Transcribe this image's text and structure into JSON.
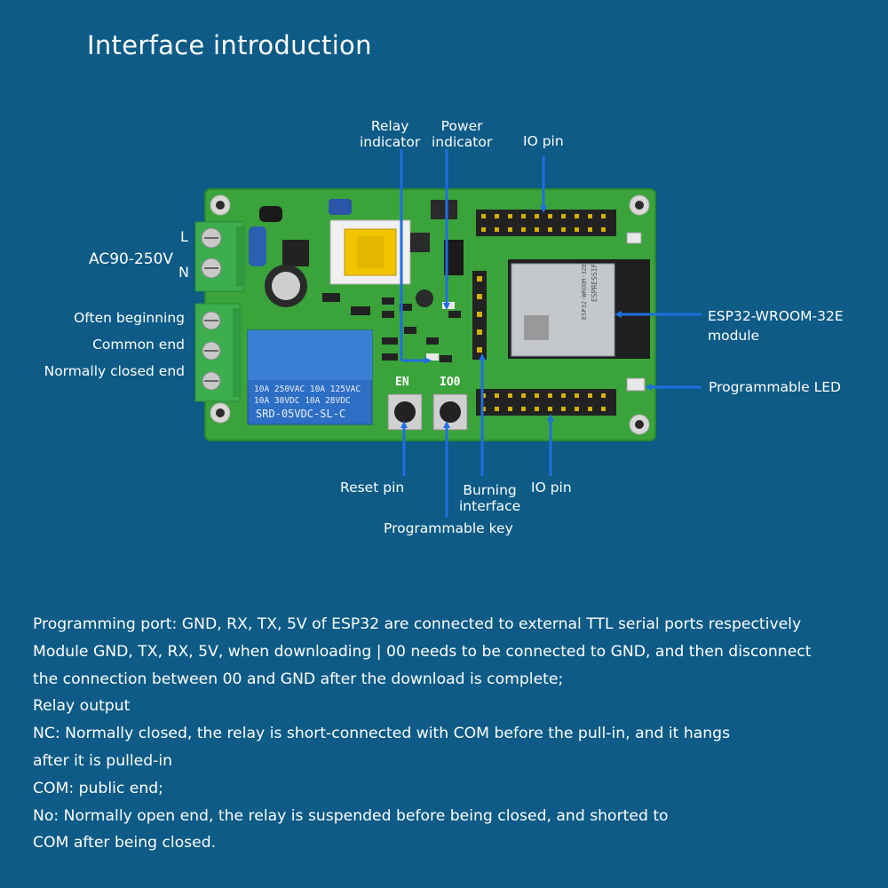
{
  "title": "Interface introduction",
  "labels": {
    "relay_indicator": [
      "Relay",
      "indicator"
    ],
    "power_indicator": [
      "Power",
      "indicator"
    ],
    "io_pin_top": "IO pin",
    "ac_input": "AC90-250V",
    "terminal_l": "L",
    "terminal_n": "N",
    "often_beginning": "Often beginning",
    "common_end": "Common end",
    "normally_closed_end": "Normally closed end",
    "esp32_module": [
      "ESP32-WROOM-32E",
      "module"
    ],
    "programmable_led": "Programmable LED",
    "reset_pin": "Reset pin",
    "burning_interface": [
      "Burning",
      "interface"
    ],
    "io_pin_bottom": "IO pin",
    "programmable_key": "Programmable key"
  },
  "board_text": {
    "button_en": "EN",
    "button_io0": "IO0",
    "relay_lines": [
      "10A 250VAC  10A 125VAC",
      "10A  30VDC  10A  28VDC"
    ],
    "relay_model": "SRD-05VDC-SL-C",
    "module_brand": "ESPRESSIF",
    "module_model": "ESP32-WROOM-32E"
  },
  "description": [
    "Programming port: GND, RX, TX, 5V of ESP32 are connected to external TTL serial ports respectively",
    "Module GND, TX, RX, 5V, when downloading | 00 needs to be connected to GND, and then disconnect",
    "the connection between 00 and GND after the download is complete;",
    "Relay output",
    "NC: Normally closed, the relay is short-connected with COM before the pull-in, and it hangs",
    "after it is pulled-in",
    "COM: public end;",
    "No: Normally open end, the relay is suspended before being closed, and shorted to",
    "COM after being closed."
  ],
  "colors": {
    "background": "#0d5b86",
    "pcb": "#3aa33a",
    "arrow": "#1f6fe0",
    "relay": "#2d6fc4",
    "terminal": "#3cae4e"
  }
}
